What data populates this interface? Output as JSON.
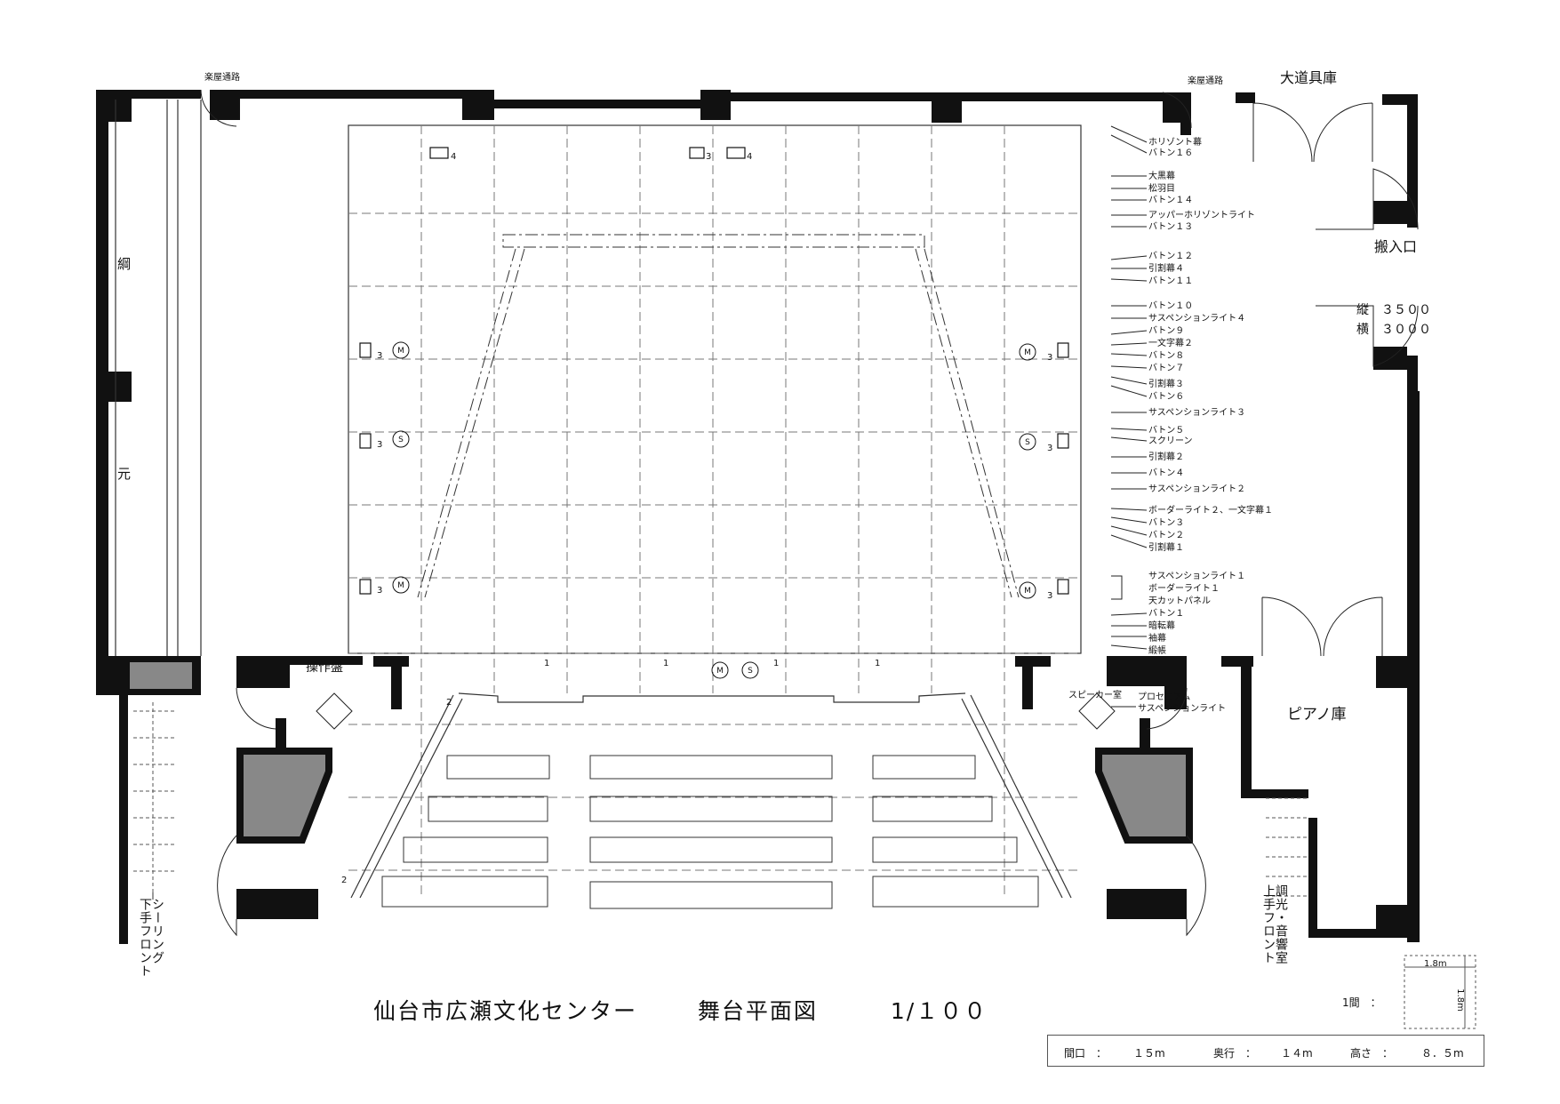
{
  "labels": {
    "dressing_passage_left": "楽屋通路",
    "dressing_passage_right": "楽屋通路",
    "large_props": "大道具庫",
    "loading_dock": "搬入口",
    "dock_height": "縦　３５００",
    "dock_width": "横　３０００",
    "control_panel": "操作盤",
    "piano_store": "ピアノ庫",
    "speaker_room": "スピーカー室",
    "proscenium_label": "プロセニアム\nサスペンションライト",
    "rope_1": "綱",
    "rope_2": "元",
    "ceiling_front": "シーリング\n下手フロント",
    "lighting_room": "調光・音響室\n上手フロント",
    "grid_size_h": "1.8m",
    "grid_size_v": "1.8m",
    "grid_unit": "1間　："
  },
  "battens": [
    "ホリゾント幕",
    "バトン１６",
    "大黒幕",
    "松羽目",
    "バトン１４",
    "アッパーホリゾントライト",
    "バトン１３",
    "バトン１２",
    "引割幕４",
    "バトン１１",
    "バトン１０",
    "サスペンションライト４",
    "バトン９",
    "一文字幕２",
    "バトン８",
    "バトン７",
    "引割幕３",
    "バトン６",
    "サスペンションライト３",
    "バトン５",
    "スクリーン",
    "引割幕２",
    "バトン４",
    "サスペンションライト２",
    "ボーダーライト２、一文字幕１",
    "バトン３",
    "バトン２",
    "引割幕１",
    "サスペンションライト１",
    "ボーダーライト１",
    "天カットパネル",
    "バトン１",
    "暗転幕",
    "袖幕",
    "緞帳"
  ],
  "markers": {
    "outlet_counts_top": [
      "4",
      "3",
      "4"
    ],
    "outlet_counts_side": [
      "3",
      "3",
      "3"
    ],
    "apron_counts": [
      "1",
      "1",
      "1",
      "1"
    ],
    "front_counts": [
      "2",
      "2"
    ],
    "symbols": [
      "M",
      "S",
      "M"
    ]
  },
  "title": {
    "facility": "仙台市広瀬文化センター",
    "drawing": "舞台平面図",
    "scale": "1/１００"
  },
  "dimensions": {
    "opening_label": "間口　：",
    "opening_value": "１５m",
    "depth_label": "奥行　：",
    "depth_value": "１４m",
    "height_label": "高さ　：",
    "height_value": "８．５m"
  },
  "colors": {
    "wall": "#111111",
    "fill_grey": "#888888",
    "dash": "#777777"
  }
}
